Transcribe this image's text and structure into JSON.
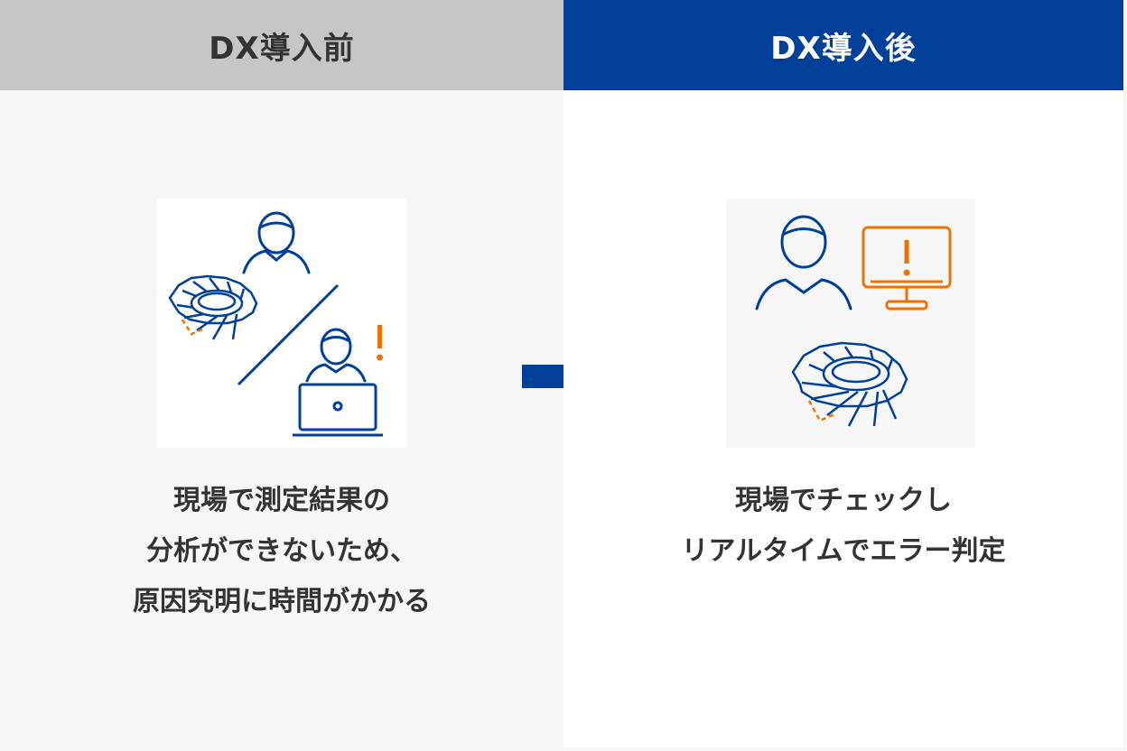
{
  "before": {
    "title": "DX導入前",
    "caption_lines": [
      "現場で測定結果の",
      "分析ができないため、",
      "原因究明に時間がかかる"
    ],
    "alert_mark": "!"
  },
  "after": {
    "title": "DX導入後",
    "caption_lines": [
      "現場でチェックし",
      "リアルタイムでエラー判定"
    ],
    "alert_mark": "!"
  },
  "icons": {
    "person": "person-icon",
    "turbine": "turbine-blade-icon",
    "laptop": "laptop-icon",
    "monitor": "monitor-alert-icon",
    "arrow": "arrow-right-icon"
  },
  "colors": {
    "navy": "#004098",
    "orange": "#ee7203",
    "header_gray": "#c6c6c6",
    "text": "#333333"
  }
}
